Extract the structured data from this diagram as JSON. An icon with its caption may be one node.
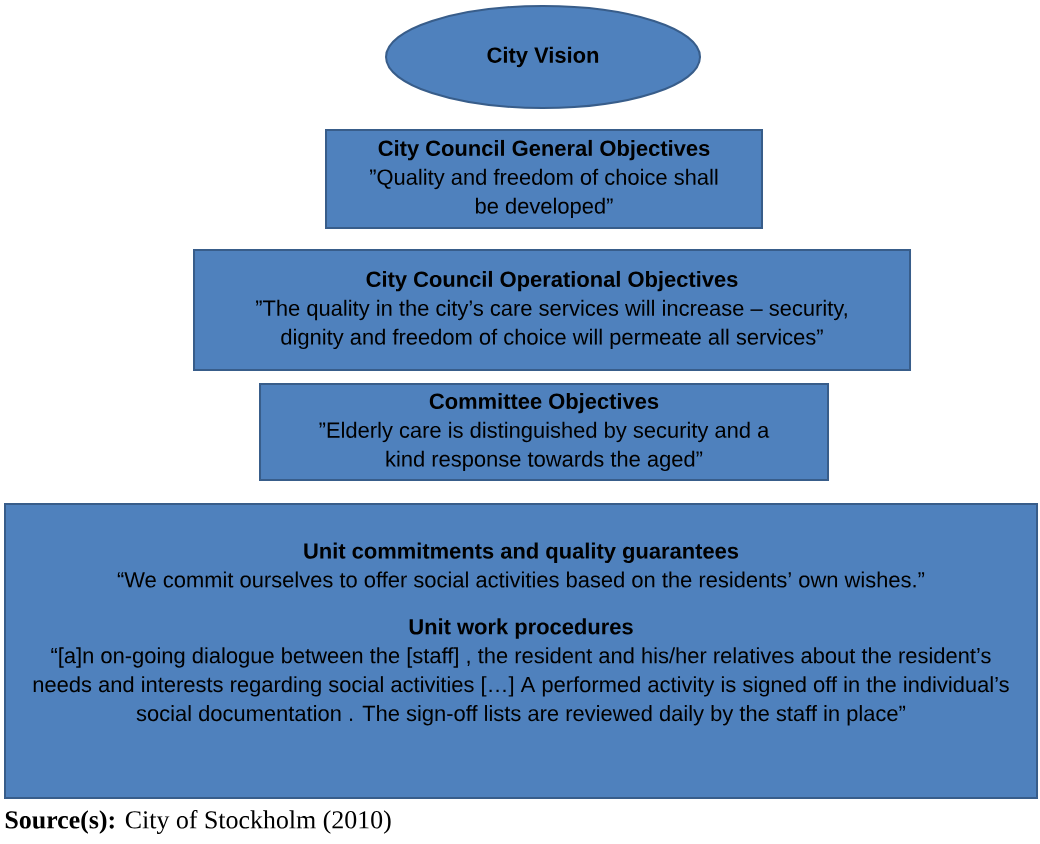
{
  "diagram": {
    "caption": "**Source(s):** City of Stockholm (2010)",
    "nodes": [
      {
        "text": [
          "City Vision"
        ]
      },
      {
        "text": [
          "City Council General Objectives",
          "”Quality and freedom of choice shall be developed”"
        ]
      },
      {
        "text": [
          "City Council Operational Objectives",
          "”The quality in the city’s care services will increase – security, dignity and freedom of choice will permeate all services”"
        ]
      },
      {
        "text": [
          "Committee Objectives",
          "”Elderly care is distinguished by security and a kind response towards the aged”"
        ]
      },
      {
        "text": [
          "Unit commitments and quality guarantees",
          "“We commit ourselves to offer social activities based on the residents’ own wishes.”",
          "Unit work procedures",
          "“[a]n on-going dialogue between the [staff] , the resident and his/her relatives about the resident’s needs and interests regarding social activities […] A performed activity is signed off in the individual’s social documentation . The sign-off lists are reviewed daily by the staff in place”"
        ]
      }
    ]
  }
}
